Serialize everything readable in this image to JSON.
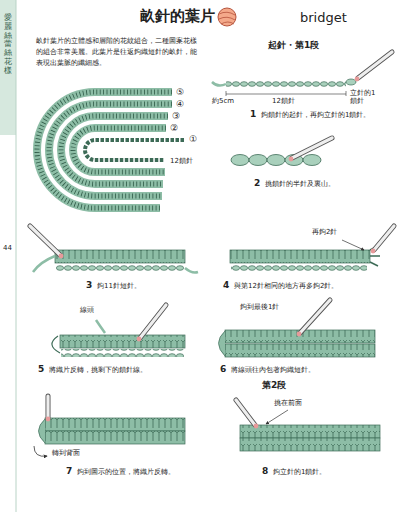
{
  "diagram": {
    "title": "畝針的葉片",
    "labels": [
      "愛麗絲蕾絲花樣",
      "bridget",
      "畝針葉片的立體感和層階的花紋組合，二種圖案花樣的組合非常美麗。此葉片是往返鉤織短針的畝針，能表現出葉脈的纖細感。",
      "⑤",
      "④",
      "③",
      "②",
      "①",
      "12鎖針",
      "起針・第1段",
      "約5cm",
      "12鎖針",
      "立針的1鎖針",
      "1",
      "鉤鎖針的起針，再鉤立針的1鎖針。",
      "2",
      "挑鎖針的半針及裏山。",
      "44",
      "再鉤2針",
      "3",
      "鉤11針短針。",
      "4",
      "與第12針相同的地方再多鉤2針。",
      "線頭",
      "鉤到最後1針",
      "5",
      "將織片反轉，挑剩下的鎖針線。",
      "6",
      "將線頭往內包著鉤織短針。",
      "第2段",
      "挑在前面",
      "轉到背面",
      "7",
      "鉤到圖示的位置，將織片反轉。",
      "8",
      "鉤立針的1鎖針。"
    ]
  }
}
